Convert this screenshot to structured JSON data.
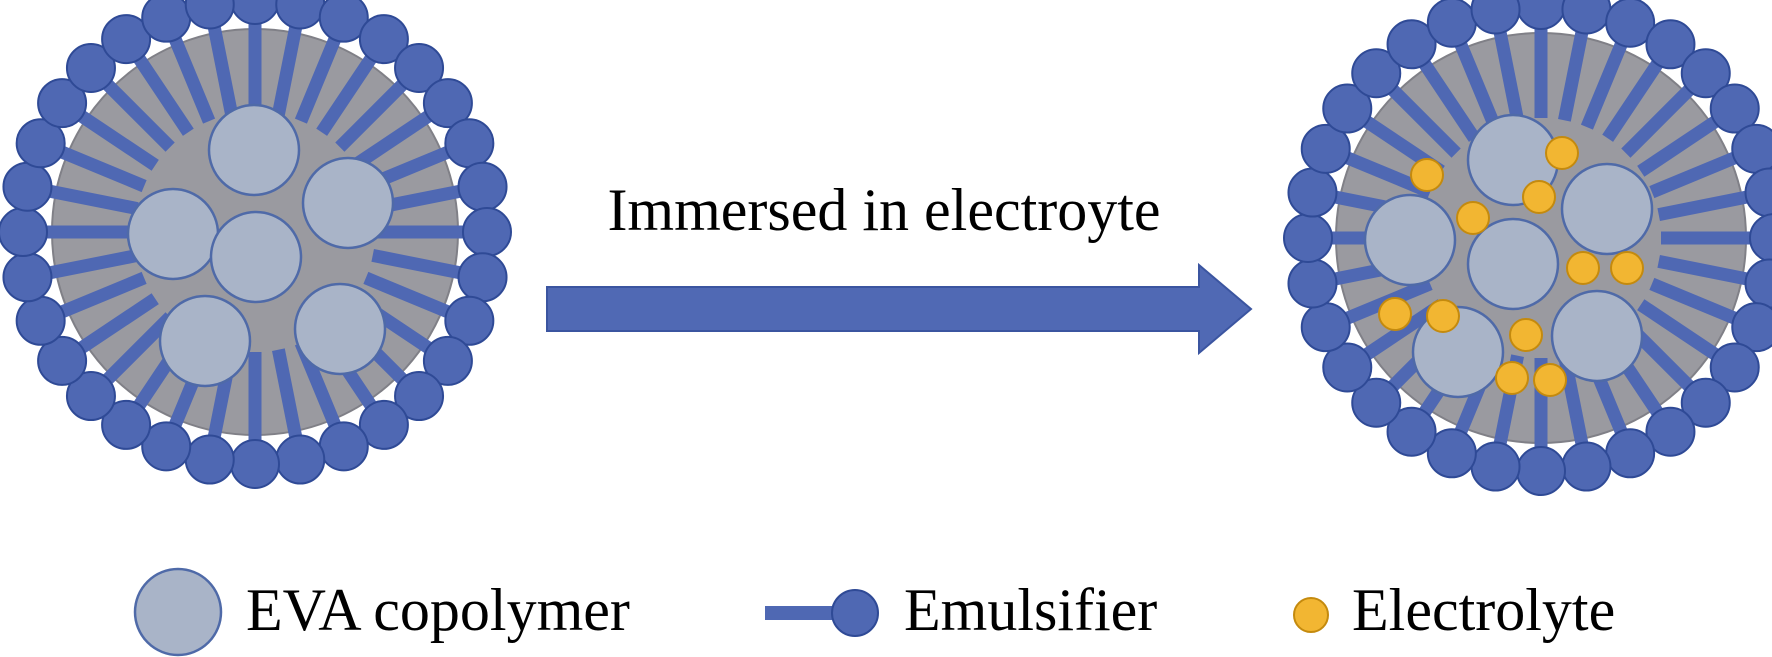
{
  "arrow": {
    "label": "Immersed in electroyte"
  },
  "legend": {
    "eva": "EVA copolymer",
    "emulsifier": "Emulsifier",
    "electrolyte": "Electrolyte"
  },
  "colors": {
    "core": "#9a9aa0",
    "core_outline": "#808087",
    "particle": "#a9b4c8",
    "particle_outline": "#4f6aa8",
    "emulsifier": "#4f68b3",
    "emulsifier_outline": "#2f4a96",
    "electrolyte": "#f2b632",
    "electrolyte_outline": "#c48a0e",
    "arrow": "#5069b4"
  },
  "icons": {
    "eva": "grey-blue-disc",
    "emulsifier": "blue-head-with-tail",
    "electrolyte": "yellow-dot"
  }
}
